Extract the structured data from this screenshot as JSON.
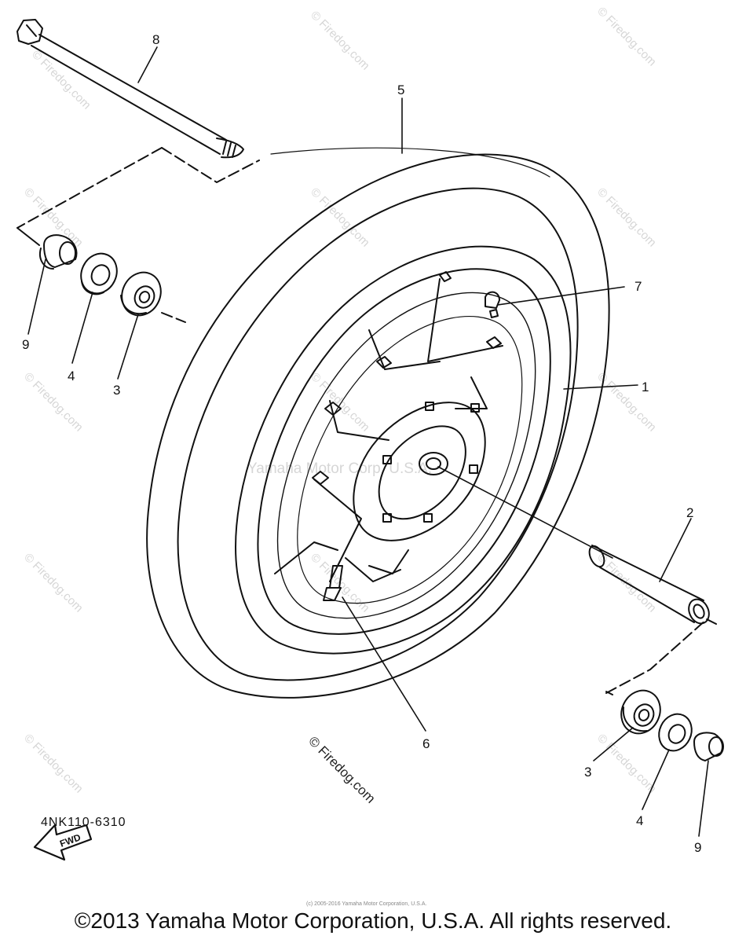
{
  "diagram": {
    "part_code": "4NK110-6310",
    "copyright": "©2013 Yamaha Motor Corporation, U.S.A. All rights reserved.",
    "small_copyright": "(c) 2005-2016 Yamaha Motor Corporation, U.S.A.",
    "center_watermark": "Yamaha Motor Corp. U.S.A.",
    "watermark_text": "© Firedog.com",
    "fwd_label": "FWD",
    "callouts": {
      "axle": "8",
      "tire": "5",
      "air_valve_cap": "7",
      "cast_wheel": "1",
      "collar": "2",
      "valve": "6",
      "left_collar": "9",
      "left_oil_seal": "4",
      "left_bearing": "3",
      "right_bearing": "3",
      "right_oil_seal": "4",
      "right_collar": "9"
    }
  }
}
